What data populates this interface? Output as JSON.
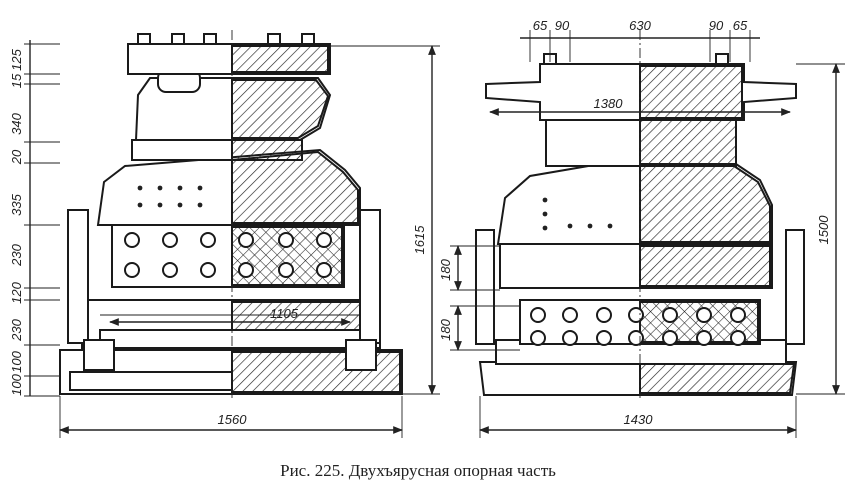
{
  "figure": {
    "caption": "Рис. 225. Двухъярусная опорная часть"
  },
  "left_view": {
    "vertical_dims": [
      "125",
      "15",
      "340",
      "20",
      "335",
      "230",
      "120",
      "230",
      "100",
      "100"
    ],
    "overall_height": "1615",
    "inner_width": "1105",
    "overall_width": "1560"
  },
  "right_view": {
    "top_dims": [
      "65",
      "90",
      "630",
      "90",
      "65"
    ],
    "top_width": "1380",
    "vertical_dims": [
      "180",
      "180"
    ],
    "overall_height": "1500",
    "overall_width": "1430"
  }
}
